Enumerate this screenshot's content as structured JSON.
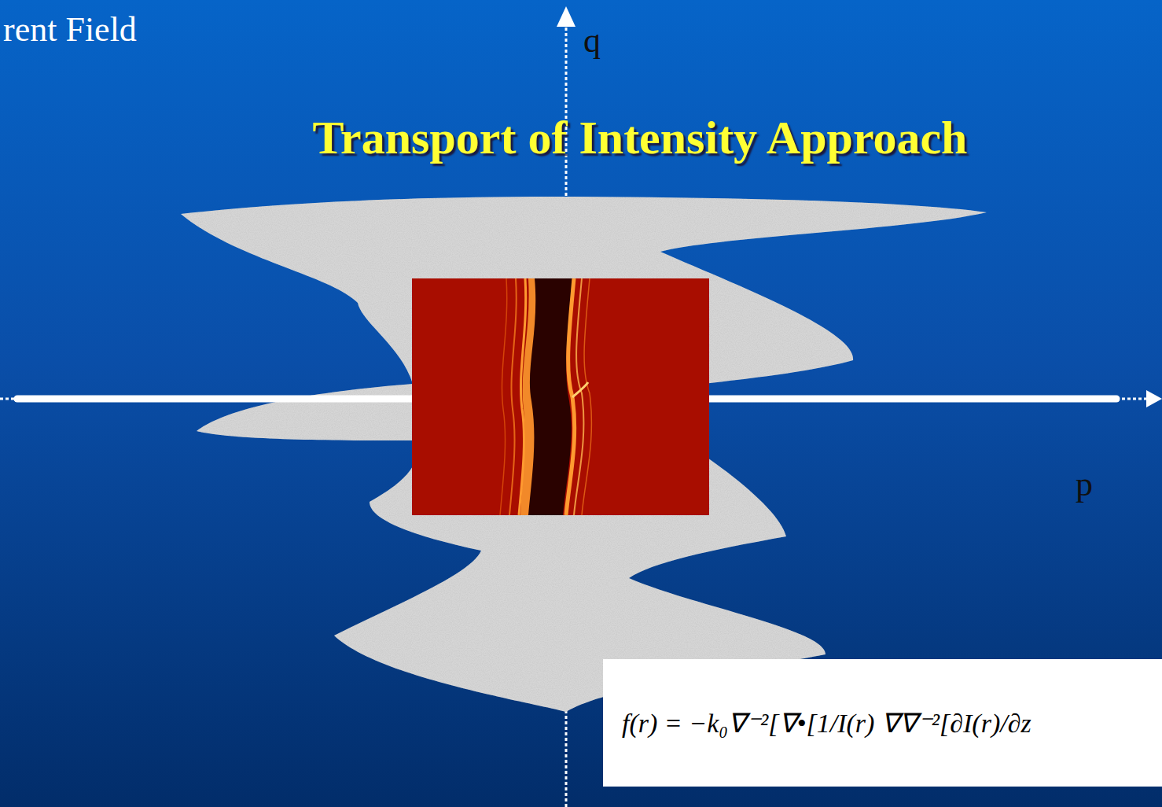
{
  "diagram": {
    "title": "Transport of Intensity Approach",
    "nodes": [
      {
        "text": [
          "f(r) = −k₀∇⁻²[∇•[1/I(r) ∇∇⁻²[∂I(r)/∂z"
        ]
      }
    ],
    "labels": [
      "rent Field",
      "q",
      "p"
    ]
  }
}
